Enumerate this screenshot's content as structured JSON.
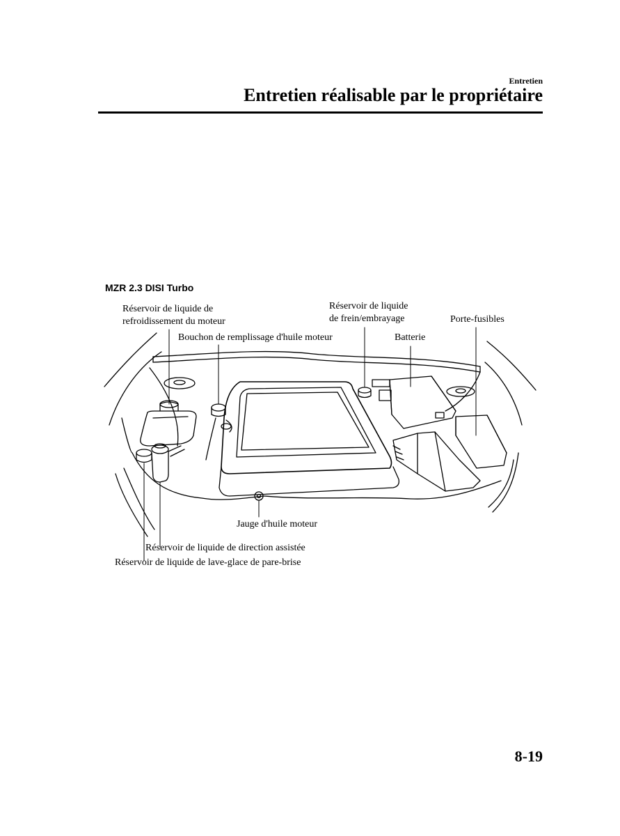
{
  "header": {
    "section": "Entretien",
    "title": "Entretien réalisable par le propriétaire"
  },
  "figure": {
    "caption": "MZR 2.3 DISI Turbo",
    "callouts": {
      "coolant_line1": "Réservoir de liquide de",
      "coolant_line2": "refroidissement du moteur",
      "oil_filler_cap": "Bouchon de remplissage d'huile moteur",
      "brake_line1": "Réservoir de liquide",
      "brake_line2": "de frein/embrayage",
      "fuse_box": "Porte-fusibles",
      "battery": "Batterie",
      "dipstick": "Jauge d'huile moteur",
      "power_steering": "Réservoir de liquide de direction assistée",
      "washer": "Réservoir de liquide de lave-glace de pare-brise"
    }
  },
  "footer": {
    "page_number": "8-19"
  }
}
